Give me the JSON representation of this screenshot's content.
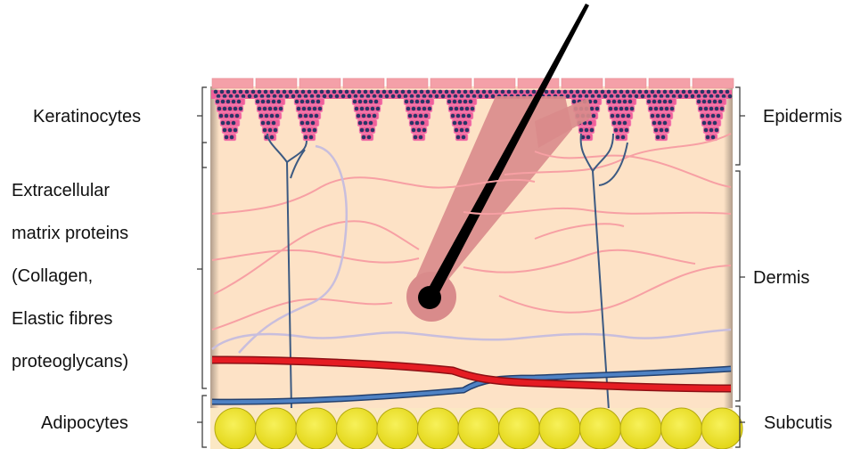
{
  "labels": {
    "left": {
      "keratinocytes": "Keratinocytes",
      "ecm_line1": "Extracellular",
      "ecm_line2": "matrix proteins",
      "ecm_line3": "(Collagen,",
      "ecm_line4": "Elastic fibres",
      "ecm_line5": "proteoglycans)",
      "adipocytes": "Adipocytes"
    },
    "right": {
      "epidermis": "Epidermis",
      "dermis": "Dermis",
      "subcutis": "Subcutis"
    }
  },
  "structures": {
    "hair": "hair-shaft-with-follicle",
    "blood_vessels": [
      "artery-red",
      "vein-blue"
    ],
    "nerves": "nerve-fibres-dark-blue",
    "fibres": [
      "collagen-fibres-pink",
      "elastic-fibres-lilac"
    ]
  },
  "colors": {
    "dermis": "#fde2c6",
    "skin_border": "#b09a86",
    "cell": "#f0609a",
    "cell_nucleus": "#2a3566",
    "stratum_corneum": "#f4a0a8",
    "follicle": "#d98b8b",
    "hair": "#000000",
    "collagen": "#f7a0a4",
    "elastic": "#c8bedd",
    "nerve": "#3c5a82",
    "artery": "#e51c23",
    "vein": "#3f6fb0",
    "fat": "#efe320"
  }
}
